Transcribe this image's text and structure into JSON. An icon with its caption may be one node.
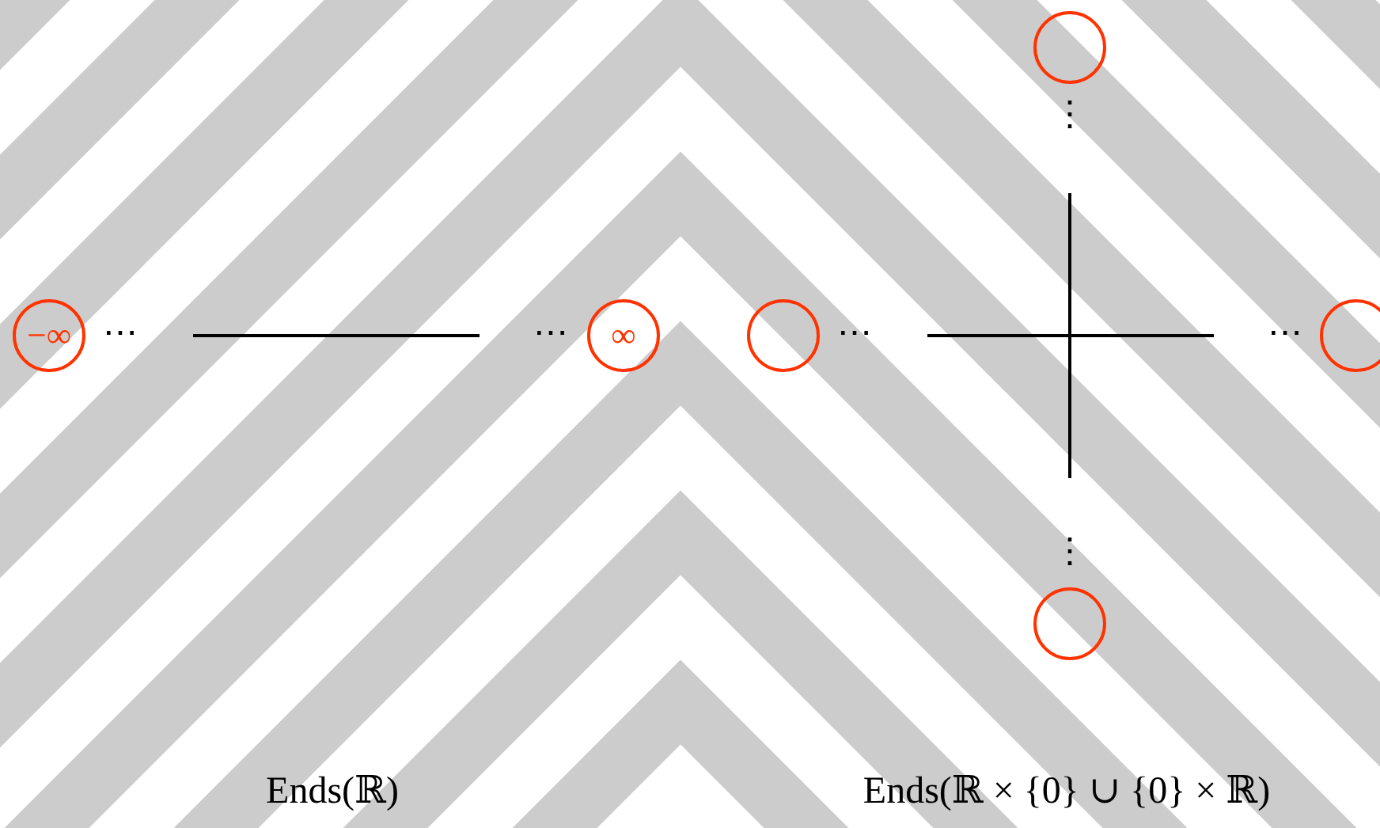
{
  "diagram": {
    "nodes": [
      {
        "text": [],
        "shape": "circle"
      },
      {
        "text": [
          "−∞"
        ]
      },
      {
        "text": [
          "∞"
        ]
      },
      {
        "text": [],
        "shape": "circle"
      },
      {
        "text": [],
        "shape": "circle"
      },
      {
        "text": [],
        "shape": "circle"
      }
    ],
    "edges": [],
    "labels": [
      "⋮",
      "⋯",
      "⋯",
      "⋯",
      "⋯",
      "⋮",
      "Ends(ℝ)",
      "Ends(ℝ × {0} ∪ {0} × ℝ)"
    ]
  }
}
